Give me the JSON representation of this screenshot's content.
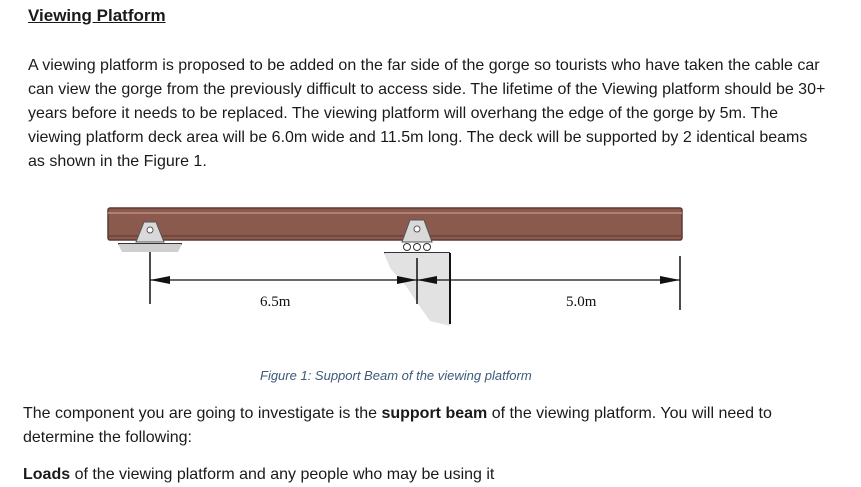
{
  "heading": "Viewing Platform",
  "intro_paragraph": "A viewing platform is proposed to be added on the far side of the gorge so tourists who have taken the cable car can view the gorge from the previously difficult to access side. The lifetime of the Viewing platform should be 30+ years before it needs to be replaced. The viewing platform will overhang the edge of the gorge by 5m. The viewing platform deck area will be 6.0m wide and 11.5m long. The deck will be supported by 2 identical beams as shown in the Figure 1.",
  "figure": {
    "span_label": "6.5m",
    "overhang_label": "5.0m",
    "caption": "Figure 1: Support Beam of the viewing platform",
    "colors": {
      "beam": "#8b5a4f",
      "beam_edge": "#5a3a33",
      "support": "#d9d9d9"
    }
  },
  "component_paragraph": {
    "before": "The component you are going to investigate is the ",
    "bold": "support beam",
    "after": " of the viewing platform. You will need to determine the following:"
  },
  "loads_line": {
    "bold": "Loads",
    "rest": " of the viewing platform and any people who may be using it"
  }
}
